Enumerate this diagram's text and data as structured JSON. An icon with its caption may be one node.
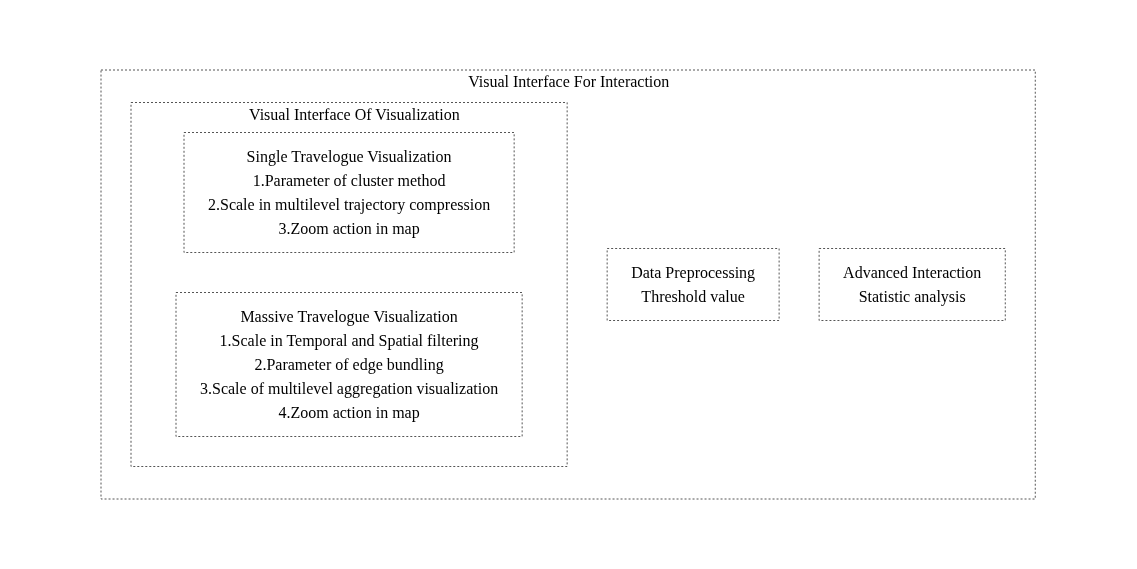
{
  "diagram": {
    "nodes": [
      {
        "text": [
          "Visual Interface For Interaction"
        ]
      },
      {
        "text": [
          "Data Preprocessing",
          "Threshold value"
        ],
        "in": 0
      },
      {
        "text": [
          "Visual Interface Of Visualization"
        ],
        "in": 0
      },
      {
        "text": [
          "Single Travelogue Visualization",
          "1.Parameter of cluster method",
          "2.Scale in multilevel trajectory compression",
          "3.Zoom action in map"
        ],
        "in": 2
      },
      {
        "text": [
          "Massive Travelogue Visualization",
          "1.Scale in Temporal and Spatial filtering",
          "2.Parameter of edge bundling",
          "3.Scale of multilevel aggregation visualization",
          "4.Zoom action in map"
        ],
        "in": 2
      },
      {
        "text": [
          "Advanced Interaction",
          "Statistic analysis"
        ],
        "in": 0
      }
    ]
  }
}
